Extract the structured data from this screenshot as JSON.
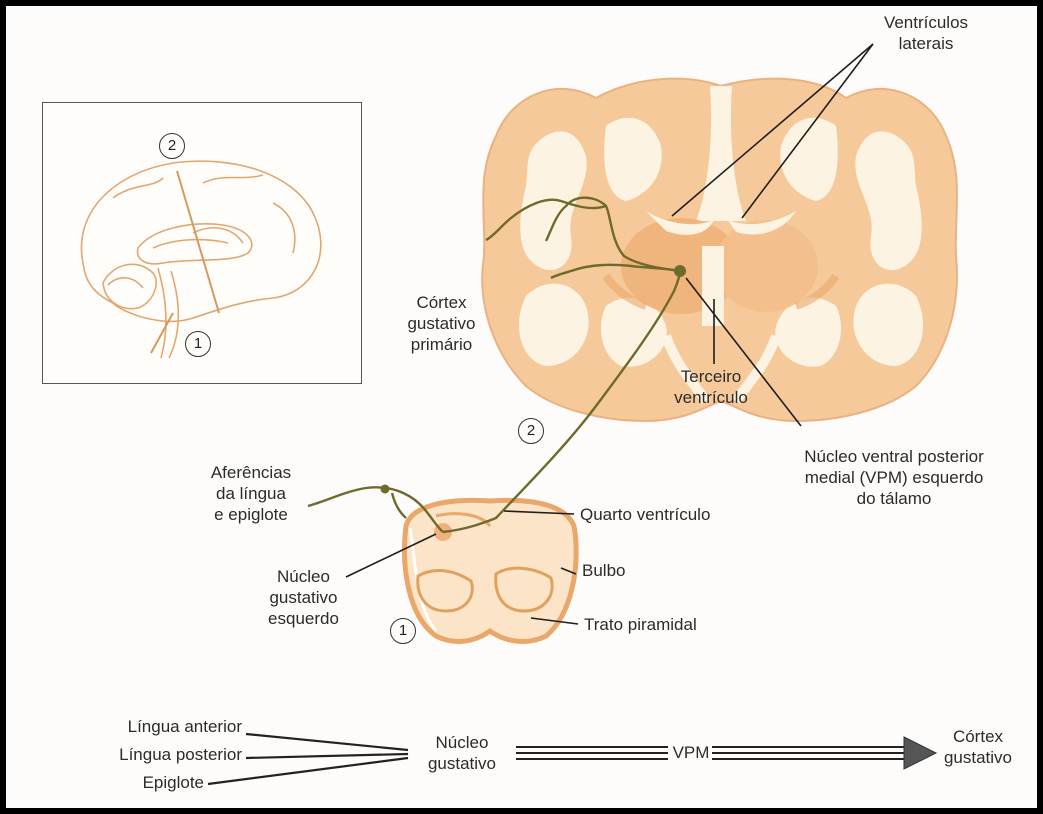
{
  "inset": {
    "marker_top": "2",
    "marker_bottom": "1"
  },
  "labels": {
    "lateral_ventricles": "Ventrículos\nlaterais",
    "primary_gustatory_cortex": "Córtex\ngustativo\nprimário",
    "third_ventricle": "Terceiro\nventrículo",
    "vpm_nucleus": "Núcleo ventral posterior\nmedial (VPM) esquerdo\ndo tálamo",
    "tongue_afferents": "Aferências\nda língua\ne epiglote",
    "fourth_ventricle": "Quarto ventrículo",
    "medulla": "Bulbo",
    "pyramidal_tract": "Trato piramidal",
    "left_gustatory_nucleus": "Núcleo\ngustativo\nesquerdo",
    "marker_section2": "2",
    "marker_section1": "1"
  },
  "flow": {
    "inputs": [
      "Língua anterior",
      "Língua posterior",
      "Epiglote"
    ],
    "nucleus": "Núcleo\ngustativo",
    "vpm": "VPM",
    "cortex": "Córtex\ngustativo"
  },
  "colors": {
    "tissue": "#f6c99a",
    "white_matter": "#fdf3e2",
    "outline": "#e9a86a",
    "pathway": "#6d6a2c",
    "nucleus": "#f0b27a"
  }
}
